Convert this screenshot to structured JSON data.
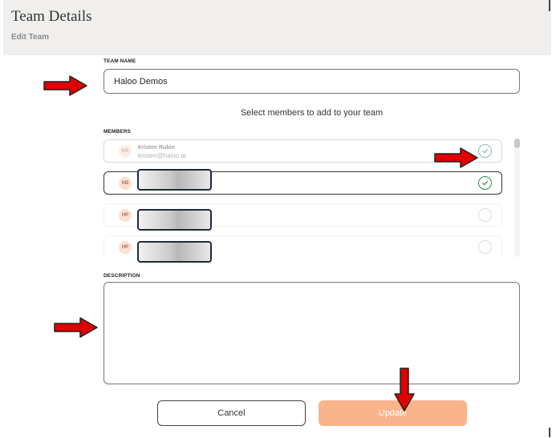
{
  "header": {
    "title": "Team Details",
    "subtitle": "Edit Team"
  },
  "team_name": {
    "label": "TEAM NAME",
    "value": "Haloo Demos"
  },
  "select_hint": "Select members to add to your team",
  "members": {
    "label": "MEMBERS",
    "items": [
      {
        "initials": "KR",
        "name": "Kristen Rubin",
        "email": "kristen@haloo.ai",
        "selected": true
      },
      {
        "initials": "NB",
        "name": "",
        "email": "",
        "selected": true
      },
      {
        "initials": "HP",
        "name": "",
        "email": "",
        "selected": false
      },
      {
        "initials": "HP",
        "name": "",
        "email": "",
        "selected": false
      }
    ]
  },
  "description": {
    "label": "DESCRIPTION",
    "value": ""
  },
  "buttons": {
    "cancel": "Cancel",
    "update": "Update"
  },
  "colors": {
    "header_bg": "#f0efed",
    "accent": "#f7b48c",
    "check_green": "#2e8b57",
    "avatar_bg": "#fbe1d2",
    "annotation_arrow": "#e00000"
  },
  "icons": {
    "check": "checkmark-icon",
    "annotation": "red-arrow-icon"
  }
}
